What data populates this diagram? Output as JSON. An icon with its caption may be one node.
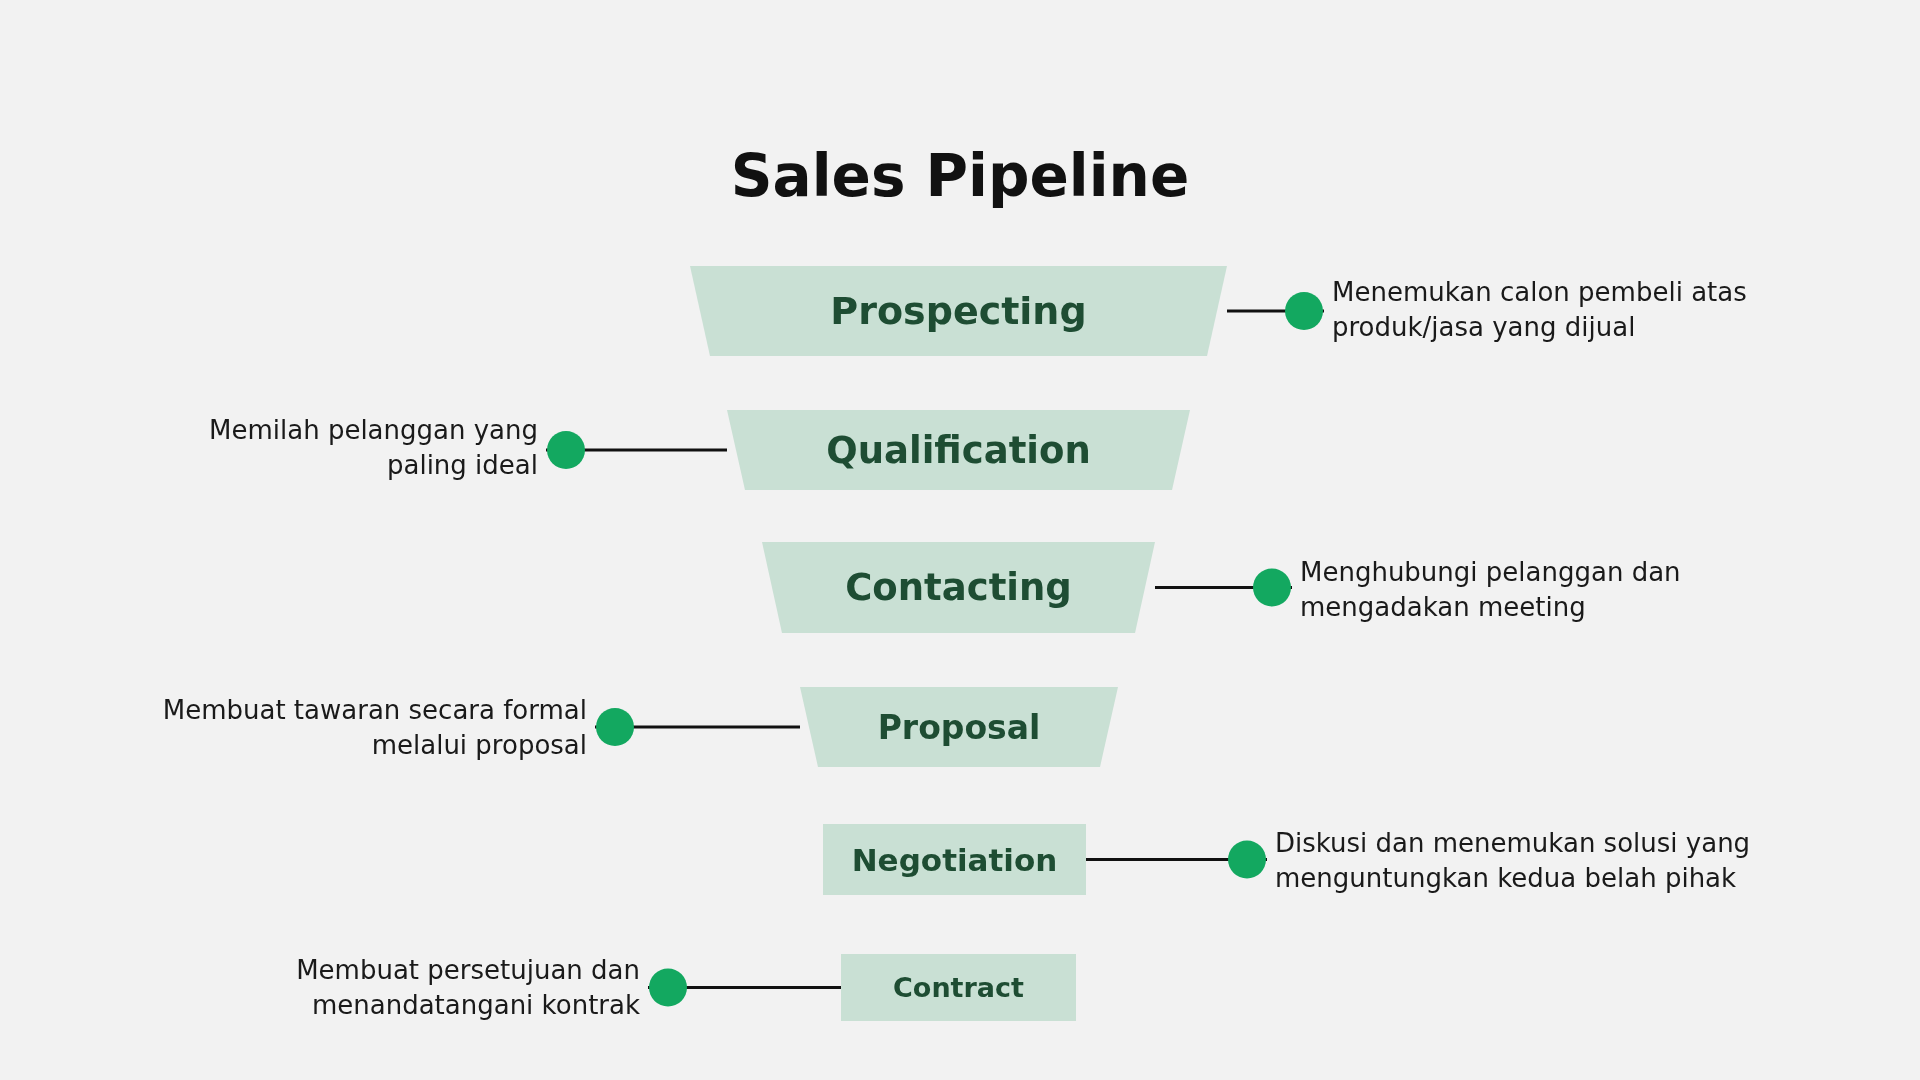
{
  "diagram": {
    "title": "Sales Pipeline",
    "nodes": [
      {
        "text": [
          "Prospecting"
        ]
      },
      {
        "text": [
          "Menemukan calon pembeli atas produk/jasa yang dijual"
        ]
      },
      {
        "text": [
          "Qualification"
        ]
      },
      {
        "text": [
          "Memilah pelanggan yang paling ideal"
        ]
      },
      {
        "text": [
          "Contacting"
        ]
      },
      {
        "text": [
          "Menghubungi pelanggan dan mengadakan meeting"
        ]
      },
      {
        "text": [
          "Proposal"
        ]
      },
      {
        "text": [
          "Membuat tawaran secara formal melalui proposal"
        ]
      },
      {
        "text": [
          "Negotiation"
        ]
      },
      {
        "text": [
          "Diskusi dan menemukan solusi yang menguntungkan kedua belah pihak"
        ]
      },
      {
        "text": [
          "Contract"
        ]
      },
      {
        "text": [
          "Membuat persetujuan dan menandatangani kontrak"
        ]
      }
    ],
    "edges": [
      {
        "from": 0,
        "to": 1,
        "arrow": "other"
      },
      {
        "from": 2,
        "to": 3,
        "arrow": "other"
      },
      {
        "from": 4,
        "to": 5,
        "arrow": "other"
      },
      {
        "from": 6,
        "to": 7,
        "arrow": "other"
      },
      {
        "from": 8,
        "to": 9,
        "arrow": "other"
      },
      {
        "from": 10,
        "to": 11,
        "arrow": "other"
      }
    ]
  }
}
